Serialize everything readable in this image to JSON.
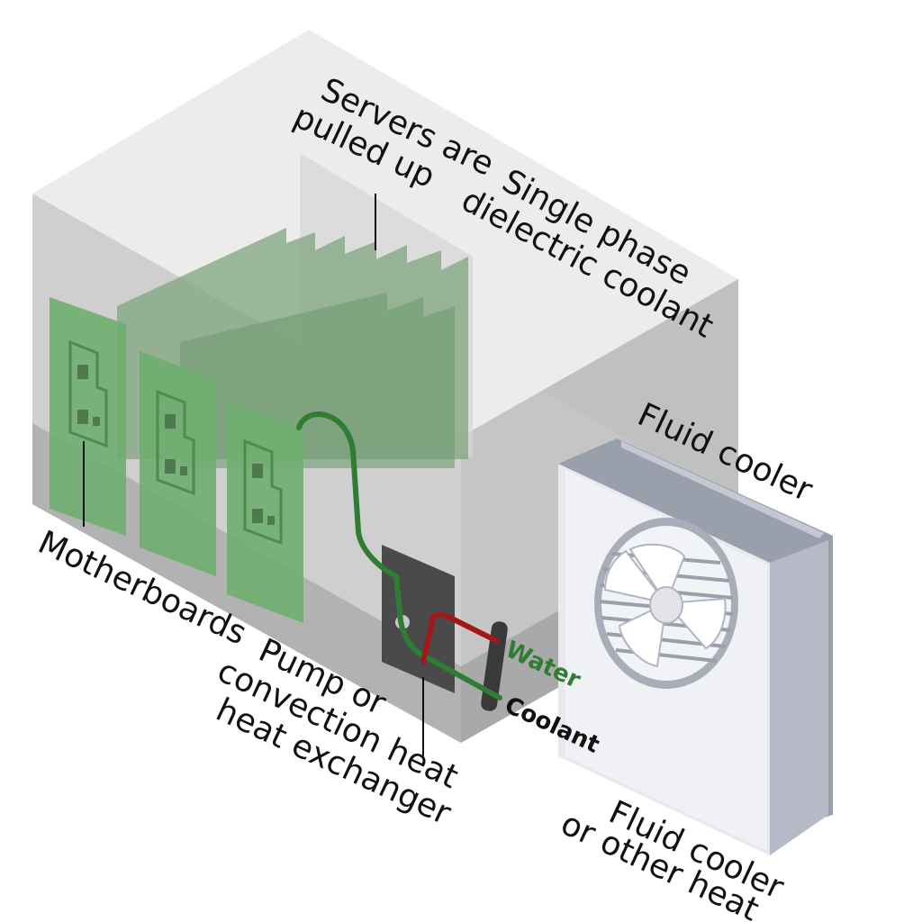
{
  "labels": {
    "servers_line1": "Servers are",
    "servers_line2": "pulled up",
    "coolant_line1": "Single phase",
    "coolant_line2": "dielectric coolant",
    "fluid_cooler": "Fluid cooler",
    "motherboards": "Motherboards",
    "pump_line1": "Pump or",
    "pump_line2": "convection heat",
    "pump_line3": "heat exchanger",
    "water": "Water",
    "coolant": "Coolant",
    "bottom_line1": "Fluid cooler",
    "bottom_line2": "or other heat"
  },
  "colors": {
    "coolant_pipe": "#2f7d32",
    "water_pipe": "#a3171b",
    "tank_glass": "#c8c8c8",
    "board": "#6fae6f",
    "cooler_body": "#e8e9ef"
  },
  "icons": [
    "fan-icon",
    "chip-icon"
  ]
}
